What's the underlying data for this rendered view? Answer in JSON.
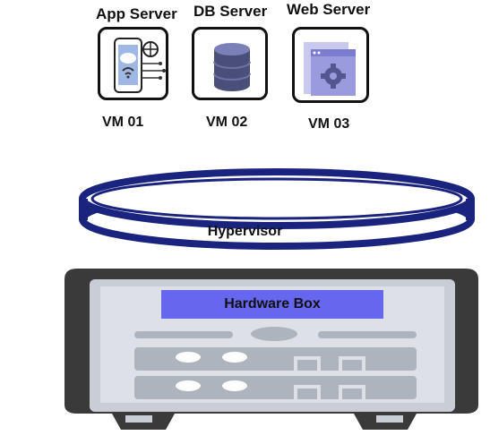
{
  "vms": [
    {
      "server": "App Server",
      "name": "VM 01",
      "icon": "mobile-cloud-icon"
    },
    {
      "server": "DB Server",
      "name": "VM 02",
      "icon": "database-icon"
    },
    {
      "server": "Web Server",
      "name": "VM 03",
      "icon": "web-settings-icon"
    }
  ],
  "hypervisor": {
    "label": "Hypervisor",
    "color": "#1a237e"
  },
  "hardware": {
    "label": "Hardware Box",
    "accent": "#6666ee",
    "frame": "#3a3a3a",
    "panel": "#c9ced6"
  }
}
